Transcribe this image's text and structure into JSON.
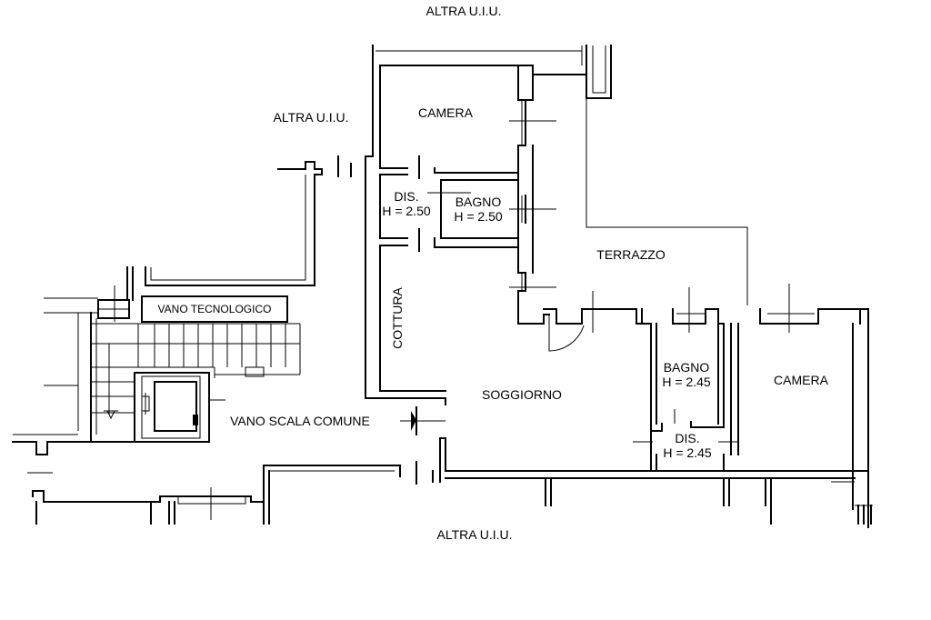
{
  "labels": {
    "altra_top": "ALTRA U.I.U.",
    "altra_left": "ALTRA U.I.U.",
    "altra_bottom": "ALTRA U.I.U.",
    "camera_top": "CAMERA",
    "dis_1": "DIS.",
    "dis_1_height": "H = 2.50",
    "bagno_1": "BAGNO",
    "bagno_1_height": "H = 2.50",
    "terrazzo": "TERRAZZO",
    "cottura": "COTTURA",
    "vano_tecnologico": "VANO TECNOLOGICO",
    "vano_scala": "VANO SCALA COMUNE",
    "soggiorno": "SOGGIORNO",
    "bagno_2": "BAGNO",
    "bagno_2_height": "H = 2.45",
    "camera_right": "CAMERA",
    "dis_2": "DIS.",
    "dis_2_height": "H = 2.45"
  }
}
